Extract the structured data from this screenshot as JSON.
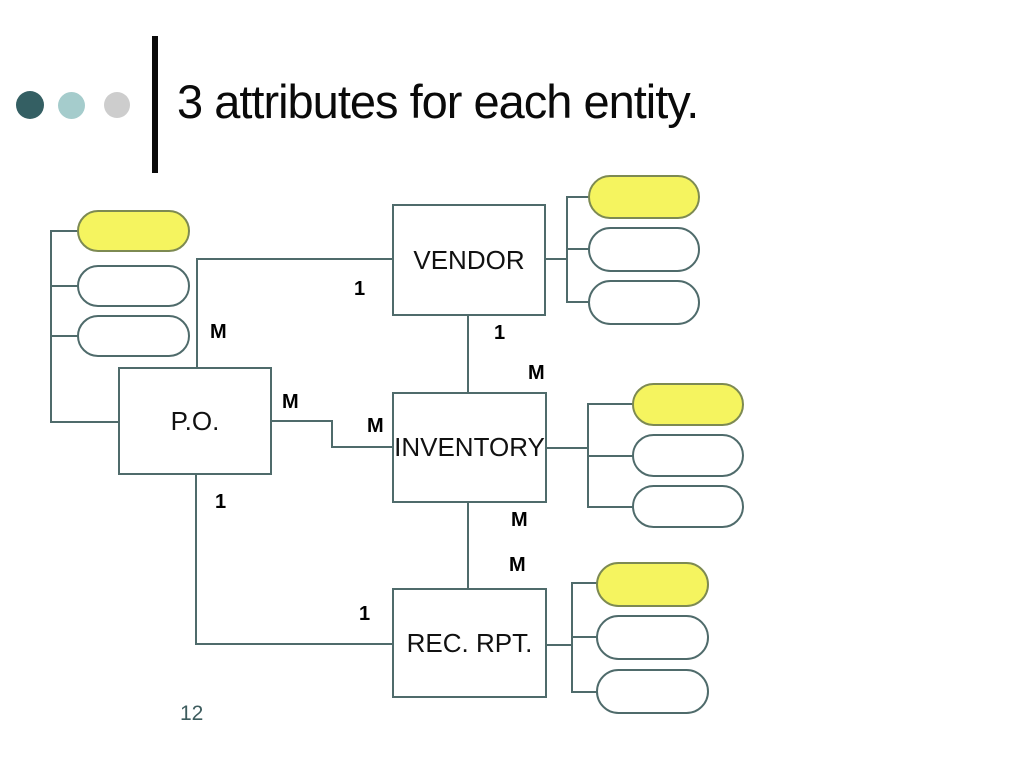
{
  "slide": {
    "title": "3 attributes for each entity.",
    "page_number": "12"
  },
  "decorations": {
    "bullet_colors": [
      "#345f63",
      "#a5cccc",
      "#cdcdcd"
    ],
    "accent_bar_color": "#0b0b0b"
  },
  "diagram": {
    "line_color": "#4f6b6b",
    "attribute_highlight_fill": "#f5f45f",
    "attribute_highlight_border": "#7d8a52",
    "entities": {
      "vendor": {
        "label": "VENDOR",
        "attribute_count": 3,
        "highlighted_attributes": 1
      },
      "po": {
        "label": "P.O.",
        "attribute_count": 3,
        "highlighted_attributes": 1
      },
      "inventory": {
        "label": "INVENTORY",
        "attribute_count": 3,
        "highlighted_attributes": 1
      },
      "rec_rpt": {
        "label": "REC. RPT.",
        "attribute_count": 3,
        "highlighted_attributes": 1
      }
    },
    "relationships": [
      {
        "from": "VENDOR",
        "to": "P.O.",
        "from_cardinality": "1",
        "to_cardinality": "M"
      },
      {
        "from": "VENDOR",
        "to": "INVENTORY",
        "from_cardinality": "1",
        "to_cardinality": "M"
      },
      {
        "from": "P.O.",
        "to": "INVENTORY",
        "from_cardinality": "M",
        "to_cardinality": "M"
      },
      {
        "from": "P.O.",
        "to": "REC. RPT.",
        "from_cardinality": "1",
        "to_cardinality": "1"
      },
      {
        "from": "INVENTORY",
        "to": "REC. RPT.",
        "from_cardinality": "M",
        "to_cardinality": "M"
      }
    ]
  }
}
